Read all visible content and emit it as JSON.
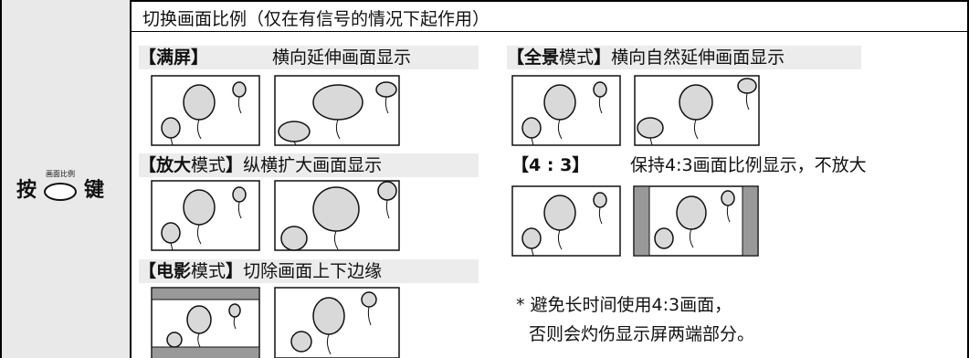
{
  "press": {
    "prefix": "按",
    "button_caption": "画面比例",
    "suffix": "键"
  },
  "title": "切换画面比例（仅在有信号的情况下起作用）",
  "modes": {
    "full": {
      "bracket_open": "【",
      "name": "满屏",
      "name_suffix": "",
      "bracket_close": "】",
      "desc": "横向延伸画面显示"
    },
    "panorama": {
      "bracket_open": "【",
      "name": "全景",
      "name_suffix": "模式",
      "bracket_close": "】",
      "desc": "横向自然延伸画面显示"
    },
    "zoom": {
      "bracket_open": "【",
      "name": "放大",
      "name_suffix": "模式",
      "bracket_close": "】",
      "desc": "纵横扩大画面显示"
    },
    "ratio43": {
      "bracket_open": "【",
      "name": "4 : 3",
      "name_suffix": "",
      "bracket_close": "】",
      "desc": "保持4:3画面比例显示，不放大"
    },
    "cinema": {
      "bracket_open": "【",
      "name": "电影",
      "name_suffix": "模式",
      "bracket_close": "】",
      "desc": "切除画面上下边缘"
    }
  },
  "note": {
    "line1": "* 避免长时间使用4:3画面，",
    "line2": "否则会灼伤显示屏两端部分。"
  },
  "icons": {
    "balloon": "balloon-illustration"
  },
  "colors": {
    "label_bg": "#e9e9e9",
    "mode_bg": "#ececec",
    "bar": "#999999"
  }
}
